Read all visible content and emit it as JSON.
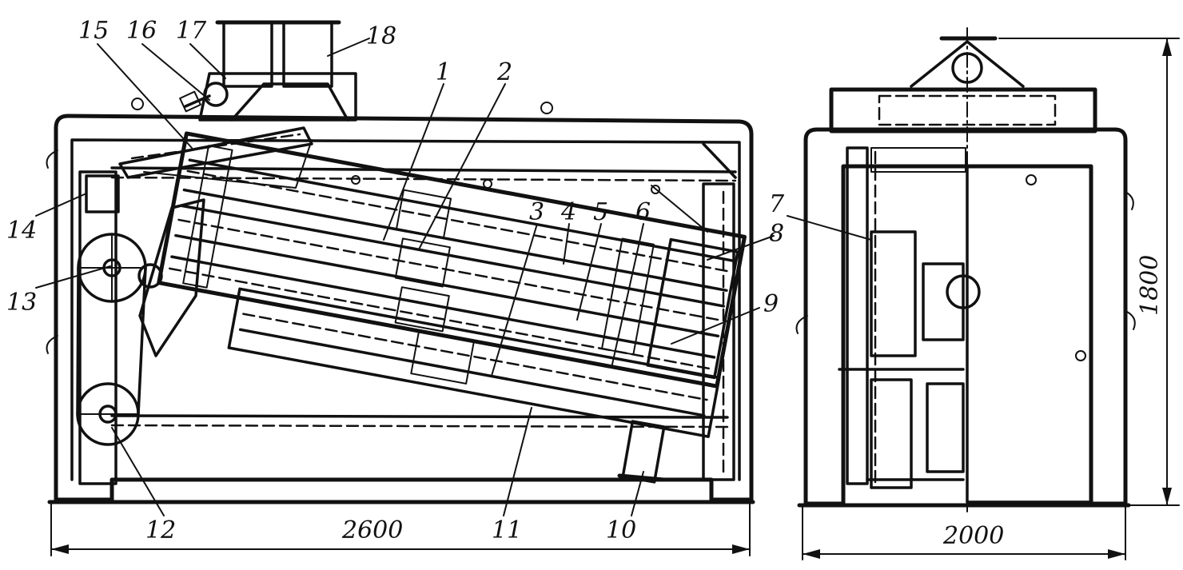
{
  "callouts": [
    "1",
    "2",
    "3",
    "4",
    "5",
    "6",
    "7",
    "8",
    "9",
    "10",
    "11",
    "12",
    "13",
    "14",
    "15",
    "16",
    "17",
    "18"
  ],
  "dimensions": {
    "side_length": "2600",
    "end_width": "2000",
    "height": "1800"
  },
  "colors": {
    "ink": "#111111",
    "paper": "#ffffff"
  }
}
